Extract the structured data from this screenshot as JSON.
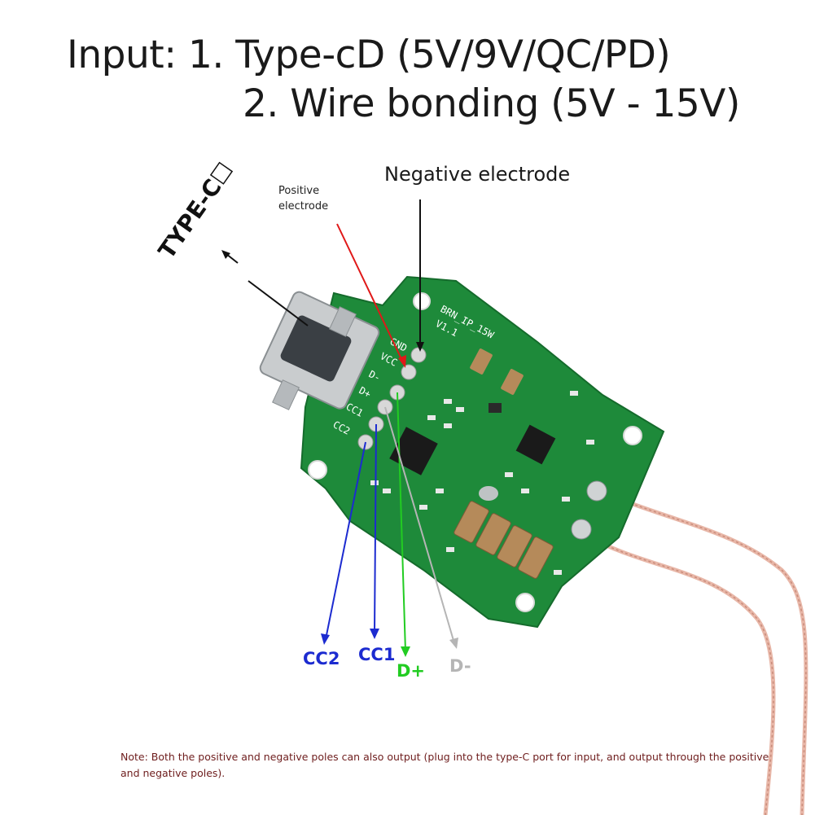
{
  "heading": {
    "line1": "Input: 1. Type-cD (5V/9V/QC/PD)",
    "line2": "2. Wire bonding (5V - 15V)"
  },
  "callouts": {
    "negative": "Negative electrode",
    "positive": "Positive electrode",
    "type_c": "TYPE-C☐"
  },
  "pcb": {
    "silkscreen": [
      "BRN_IP_15W",
      "V1.1",
      "GND",
      "VCC",
      "D-",
      "D+",
      "CC1",
      "CC2"
    ]
  },
  "pins": {
    "cc2": "CC2",
    "cc1": "CC1",
    "dplus": "D+",
    "dminus": "D-"
  },
  "colors": {
    "board": "#1e8a3a",
    "cc": "#1c2bd0",
    "dplus": "#22cc22",
    "dminus": "#b5b5b5",
    "positive_arrow": "#e01818",
    "negative_arrow": "#111111"
  },
  "note": "Note: Both the positive and negative poles can also output (plug into the type-C port for input, and output through the positive and negative poles)."
}
